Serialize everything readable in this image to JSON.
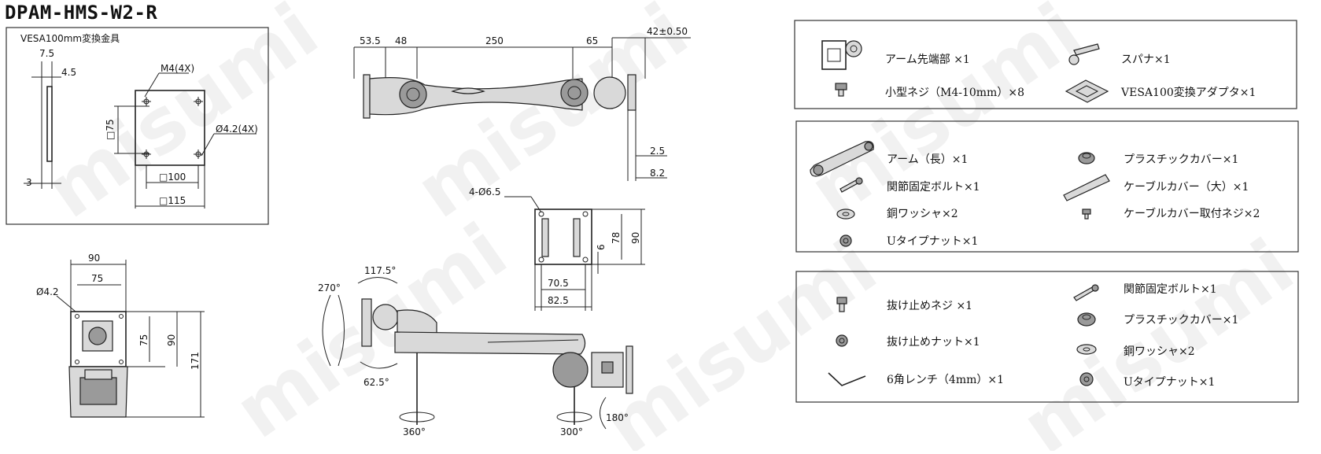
{
  "title": "DPAM-HMS-W2-R",
  "watermark": "misumi",
  "vesa_panel": {
    "caption": "VESA100mm変換金具",
    "dims": [
      "7.5",
      "4.5",
      "3",
      "M4(4X)",
      "□75",
      "Ø4.2(4X)",
      "□100",
      "□115"
    ]
  },
  "top_view_dims": [
    "53.5",
    "48",
    "250",
    "65",
    "42±0.50",
    "2.5",
    "8.2"
  ],
  "clamp_dims": [
    "90",
    "75",
    "Ø4.2",
    "75",
    "90",
    "171"
  ],
  "bracket_dims": [
    "4-Ø6.5",
    "90",
    "78",
    "6",
    "70.5",
    "82.5"
  ],
  "rotation_labels": [
    "270°",
    "117.5°",
    "62.5°",
    "360°",
    "300°",
    "180°"
  ],
  "parts_box1": [
    {
      "label": "アーム先端部 ×1",
      "icon": "arm-tip-icon"
    },
    {
      "label": "スパナ×1",
      "icon": "wrench-icon"
    },
    {
      "label": "小型ネジ（M4-10mm）×8",
      "icon": "small-screw-icon"
    },
    {
      "label": "VESA100変換アダプタ×1",
      "icon": "vesa-adapter-icon"
    }
  ],
  "parts_box2": [
    {
      "label": "アーム（長）×1",
      "icon": "long-arm-icon"
    },
    {
      "label": "プラスチックカバー×1",
      "icon": "plastic-cover-icon"
    },
    {
      "label": "関節固定ボルト×1",
      "icon": "joint-bolt-icon"
    },
    {
      "label": "ケーブルカバー（大）×1",
      "icon": "cable-cover-icon"
    },
    {
      "label": "銅ワッシャ×2",
      "icon": "copper-washer-icon"
    },
    {
      "label": "ケーブルカバー取付ネジ×2",
      "icon": "cable-cover-screw-icon"
    },
    {
      "label": "Uタイプナット×1",
      "icon": "u-nut-icon"
    }
  ],
  "parts_box3": [
    {
      "label": "関節固定ボルト×1",
      "icon": "joint-bolt-icon"
    },
    {
      "label": "抜け止めネジ ×1",
      "icon": "retaining-screw-icon"
    },
    {
      "label": "プラスチックカバー×1",
      "icon": "plastic-cover-icon"
    },
    {
      "label": "抜け止めナット×1",
      "icon": "retaining-nut-icon"
    },
    {
      "label": "銅ワッシャ×2",
      "icon": "copper-washer-icon"
    },
    {
      "label": "6角レンチ（4mm）×1",
      "icon": "hex-wrench-icon"
    },
    {
      "label": "Uタイプナット×1",
      "icon": "u-nut-icon"
    }
  ]
}
